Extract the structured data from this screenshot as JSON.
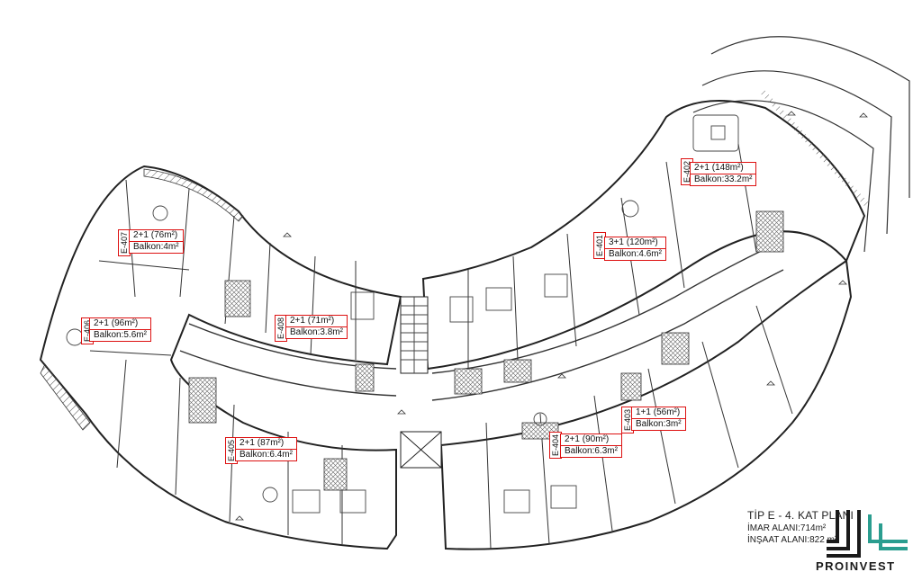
{
  "units": [
    {
      "id": "E-407",
      "type": "2+1",
      "area": "(76m²)",
      "balcony": "Balkon:4m²"
    },
    {
      "id": "E-406",
      "type": "2+1",
      "area": "(96m²)",
      "balcony": "Balkon:5.6m²"
    },
    {
      "id": "E-408",
      "type": "2+1",
      "area": "(71m²)",
      "balcony": "Balkon:3.8m²"
    },
    {
      "id": "E-405",
      "type": "2+1",
      "area": "(87m²)",
      "balcony": "Balkon:6.4m²"
    },
    {
      "id": "E-401",
      "type": "3+1",
      "area": "(120m²)",
      "balcony": "Balkon:4.6m²"
    },
    {
      "id": "E-402",
      "type": "2+1",
      "area": "(148m²)",
      "balcony": "Balkon:33.2m²"
    },
    {
      "id": "E-404",
      "type": "2+1",
      "area": "(90m²)",
      "balcony": "Balkon:6.3m²"
    },
    {
      "id": "E-403",
      "type": "1+1",
      "area": "(56m²)",
      "balcony": "Balkon:3m²"
    }
  ],
  "plan_info": {
    "title": "TİP E - 4. KAT PLANI",
    "imar": "İMAR ALANI:714m²",
    "insaat": "İNŞAAT ALANI:822 m²"
  },
  "brand": {
    "name": "PROINVEST",
    "colors": {
      "dark": "#1a1a1a",
      "teal": "#2a9d8f"
    }
  },
  "colors": {
    "highlight": "#dd1111",
    "linework": "#2b2b2b"
  }
}
